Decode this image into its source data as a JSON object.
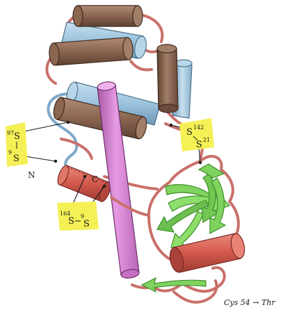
{
  "labels": {
    "n_terminus": "N",
    "c_terminus": "C",
    "mutation": "Cys 54 → Thr"
  },
  "disulfides": [
    {
      "top_num": "97",
      "top_s": "S",
      "bottom_num": "9",
      "bottom_s": "S"
    },
    {
      "top_s": "S",
      "top_num": "142",
      "bottom_s": "S",
      "bottom_num": "21"
    },
    {
      "left_num": "164",
      "left_s": "S",
      "right_num": "9",
      "right_s": "S"
    }
  ],
  "colors": {
    "helix_brown": "#8a6550",
    "helix_blue": "#9cc3dd",
    "helix_red": "#d2584b",
    "helix_magenta": "#d27ad0",
    "strand_green": "#7fd35e",
    "coil": "#c9706a",
    "loop_blue": "#7ea8c8",
    "disulfide_highlight": "#f4f055"
  }
}
